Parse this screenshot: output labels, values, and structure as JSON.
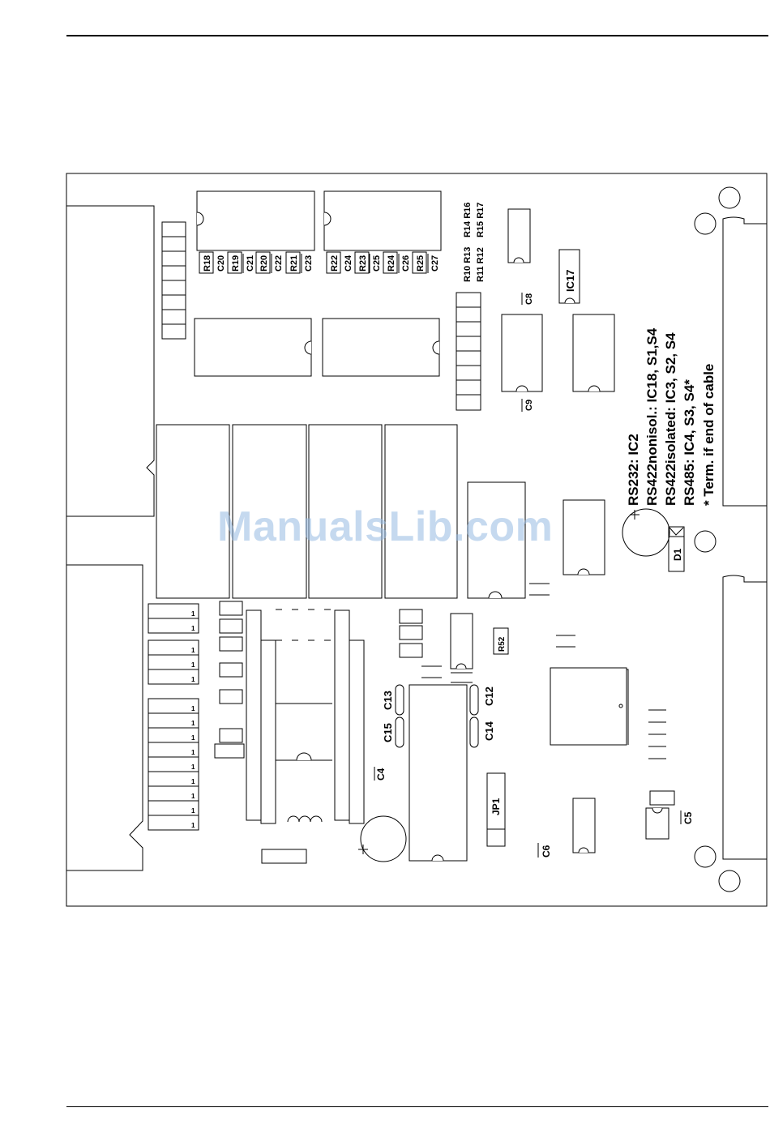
{
  "components": {
    "R18": "R18",
    "C20": "C20",
    "R19": "R19",
    "C21": "C21",
    "R20": "R20",
    "C22": "C22",
    "R21": "R21",
    "C23": "C23",
    "R22": "R22",
    "C24": "C24",
    "R23": "R23",
    "C25": "C25",
    "R24": "R24",
    "C26": "C26",
    "R25": "R25",
    "C27": "C27",
    "R10_R13": "R10 R13",
    "R11_R12": "R11 R12",
    "R14_R16": "R14 R16",
    "R15_R17": "R15 R17",
    "IC17": "IC17",
    "C8": "C8",
    "C9": "C9",
    "D1": "D1",
    "R52": "R52",
    "C13": "C13",
    "C15": "C15",
    "C12": "C12",
    "C14": "C14",
    "C4": "C4",
    "JP1": "JP1",
    "C6": "C6",
    "C5": "C5"
  },
  "notes": [
    "RS232: IC2",
    "RS422nonisol.: IC18, S1,S4",
    "RS422isolated: IC3, S2, S4",
    "RS485: IC4, S3, S4*",
    "* Term. if end of cable"
  ],
  "pin_marker": "1",
  "watermark": "ManualsLib.com"
}
